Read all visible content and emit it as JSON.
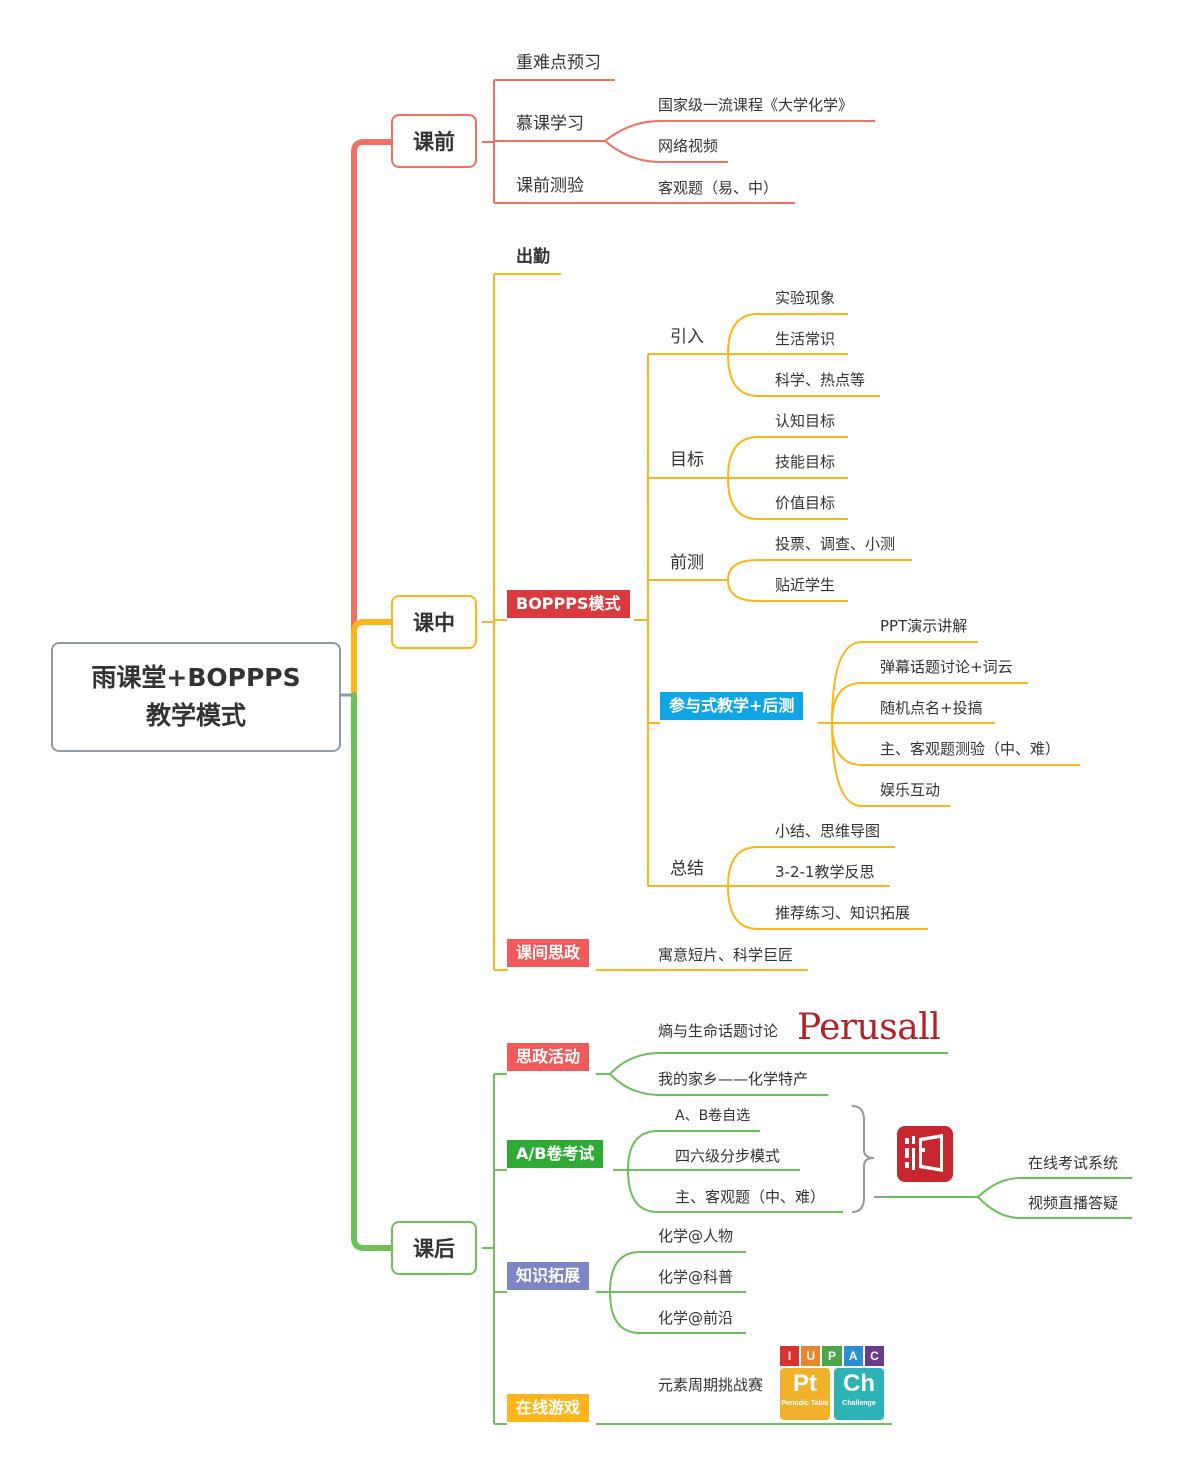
{
  "root": {
    "line1": "雨课堂+BOPPPS",
    "line2": "教学模式"
  },
  "colors": {
    "pre": "#f07161",
    "mid": "#fdb51b",
    "post": "#6cc15a",
    "root_border": "#8e9aa8",
    "bopps": "#d83a3d",
    "participate": "#0ea5e9",
    "sizheng": "#f05a5a",
    "abexam": "#2eaa35",
    "knowledge": "#7b86c4",
    "game": "#fdb51b"
  },
  "pre": {
    "label": "课前",
    "items": {
      "preview": "重难点预习",
      "mooc": "慕课学习",
      "mooc_course": "国家级一流课程《大学化学》",
      "mooc_video": "网络视频",
      "quiz": "课前测验",
      "quiz_type": "客观题（易、中）"
    }
  },
  "mid": {
    "label": "课中",
    "attendance": "出勤",
    "bopps": {
      "label": "BOPPPS模式",
      "intro": {
        "label": "引入",
        "items": [
          "实验现象",
          "生活常识",
          "科学、热点等"
        ]
      },
      "goal": {
        "label": "目标",
        "items": [
          "认知目标",
          "技能目标",
          "价值目标"
        ]
      },
      "pretest": {
        "label": "前测",
        "items": [
          "投票、调查、小测",
          "贴近学生"
        ]
      },
      "participate": {
        "label": "参与式教学+后测",
        "items": [
          "PPT演示讲解",
          "弹幕话题讨论+词云",
          "随机点名+投搞",
          "主、客观题测验（中、难）",
          "娱乐互动"
        ]
      },
      "summary": {
        "label": "总结",
        "items": [
          "小结、思维导图",
          "3-2-1教学反思",
          "推荐练习、知识拓展"
        ]
      }
    },
    "sizheng": {
      "label": "课间思政",
      "item": "寓意短片、科学巨匠"
    }
  },
  "post": {
    "label": "课后",
    "activity": {
      "label": "思政活动",
      "items": [
        "熵与生命话题讨论",
        "我的家乡——化学特产"
      ],
      "logo_text": "Perusall"
    },
    "abexam": {
      "label": "A/B卷考试",
      "items": [
        "A、B卷自选",
        "四六级分步模式",
        "主、客观题（中、难）"
      ],
      "tools": [
        "在线考试系统",
        "视频直播答疑"
      ]
    },
    "knowledge": {
      "label": "知识拓展",
      "items": [
        "化学@人物",
        "化学@科普",
        "化学@前沿"
      ]
    },
    "game": {
      "label": "在线游戏",
      "item": "元素周期挑战赛",
      "logo": {
        "letters": [
          "I",
          "U",
          "P",
          "A",
          "C"
        ],
        "tile1": "Pt",
        "tile1_sub": "Periodic Table",
        "tile2": "Ch",
        "tile2_sub": "Challenge"
      }
    }
  }
}
